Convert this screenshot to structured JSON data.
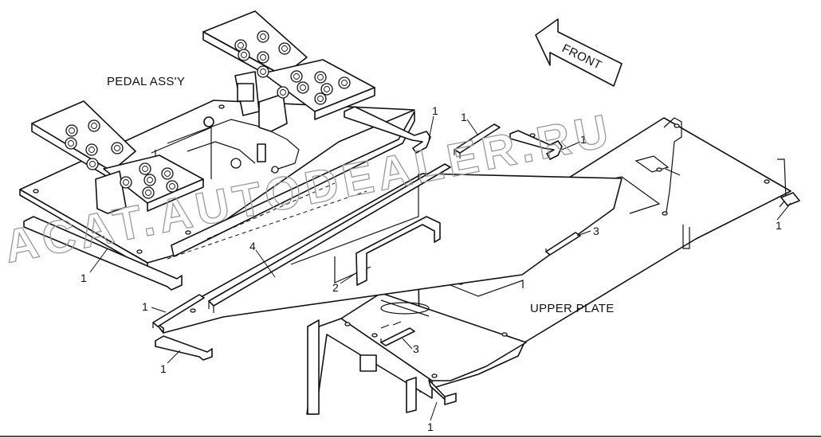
{
  "labels": {
    "pedal_assy": "PEDAL ASS'Y",
    "upper_plate": "UPPER PLATE",
    "front": "FRONT"
  },
  "callouts": {
    "c1_left_rail": "1",
    "c1_rear_hook": "1",
    "c1_strip_top": "1",
    "c1_mid_hook": "1",
    "c1_right_edge": "1",
    "c1_front_strip": "1",
    "c1_front_hook": "1",
    "c1_bottom_rail": "1",
    "c2_handle": "2",
    "c3_upper": "3",
    "c3_lower": "3",
    "c4_long_bar": "4"
  },
  "watermark": "ACAT.AUTODEALER.RU"
}
